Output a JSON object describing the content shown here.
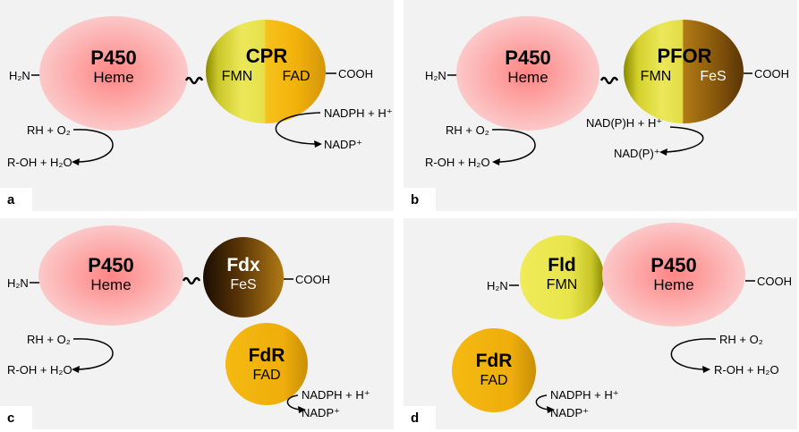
{
  "panels": {
    "a": {
      "letter": "a",
      "heme_domain": {
        "name": "P450",
        "cofactor": "Heme"
      },
      "partner": {
        "name": "CPR",
        "cofactor_left": "FMN",
        "cofactor_right": "FAD"
      },
      "n_term": "H₂N",
      "c_term": "COOH",
      "reaction": {
        "substrate": "RH + O₂",
        "product": "R-OH + H₂O"
      },
      "cofactor_reaction": {
        "donor": "NADPH + H⁺",
        "product": "NADP⁺"
      }
    },
    "b": {
      "letter": "b",
      "heme_domain": {
        "name": "P450",
        "cofactor": "Heme"
      },
      "partner": {
        "name": "PFOR",
        "cofactor_left": "FMN",
        "cofactor_right": "FeS"
      },
      "n_term": "H₂N",
      "c_term": "COOH",
      "reaction": {
        "substrate": "RH + O₂",
        "product": "R-OH + H₂O"
      },
      "cofactor_reaction": {
        "donor": "NAD(P)H + H⁺",
        "product": "NAD(P)⁺"
      }
    },
    "c": {
      "letter": "c",
      "heme_domain": {
        "name": "P450",
        "cofactor": "Heme"
      },
      "partner": {
        "name": "Fdx",
        "cofactor": "FeS"
      },
      "reductase": {
        "name": "FdR",
        "cofactor": "FAD"
      },
      "n_term": "H₂N",
      "c_term": "COOH",
      "reaction": {
        "substrate": "RH + O₂",
        "product": "R-OH + H₂O"
      },
      "cofactor_reaction": {
        "donor": "NADPH + H⁺",
        "product": "NADP⁺"
      }
    },
    "d": {
      "letter": "d",
      "partner": {
        "name": "Fld",
        "cofactor": "FMN"
      },
      "heme_domain": {
        "name": "P450",
        "cofactor": "Heme"
      },
      "reductase": {
        "name": "FdR",
        "cofactor": "FAD"
      },
      "n_term": "H₂N",
      "c_term": "COOH",
      "reaction": {
        "substrate": "RH + O₂",
        "product": "R-OH + H₂O"
      },
      "cofactor_reaction": {
        "donor": "NADPH + H⁺",
        "product": "NADP⁺"
      }
    }
  },
  "colors": {
    "panel_bg": "#f2f2f2",
    "p450_center": "#ff8a8a",
    "p450_edge": "#fbd0d0",
    "fmn_yellow": "#e4e14a",
    "fad_orange": "#f2b411",
    "fes_brown": "#6b4208",
    "fdr_gold": "#f0b20b"
  }
}
